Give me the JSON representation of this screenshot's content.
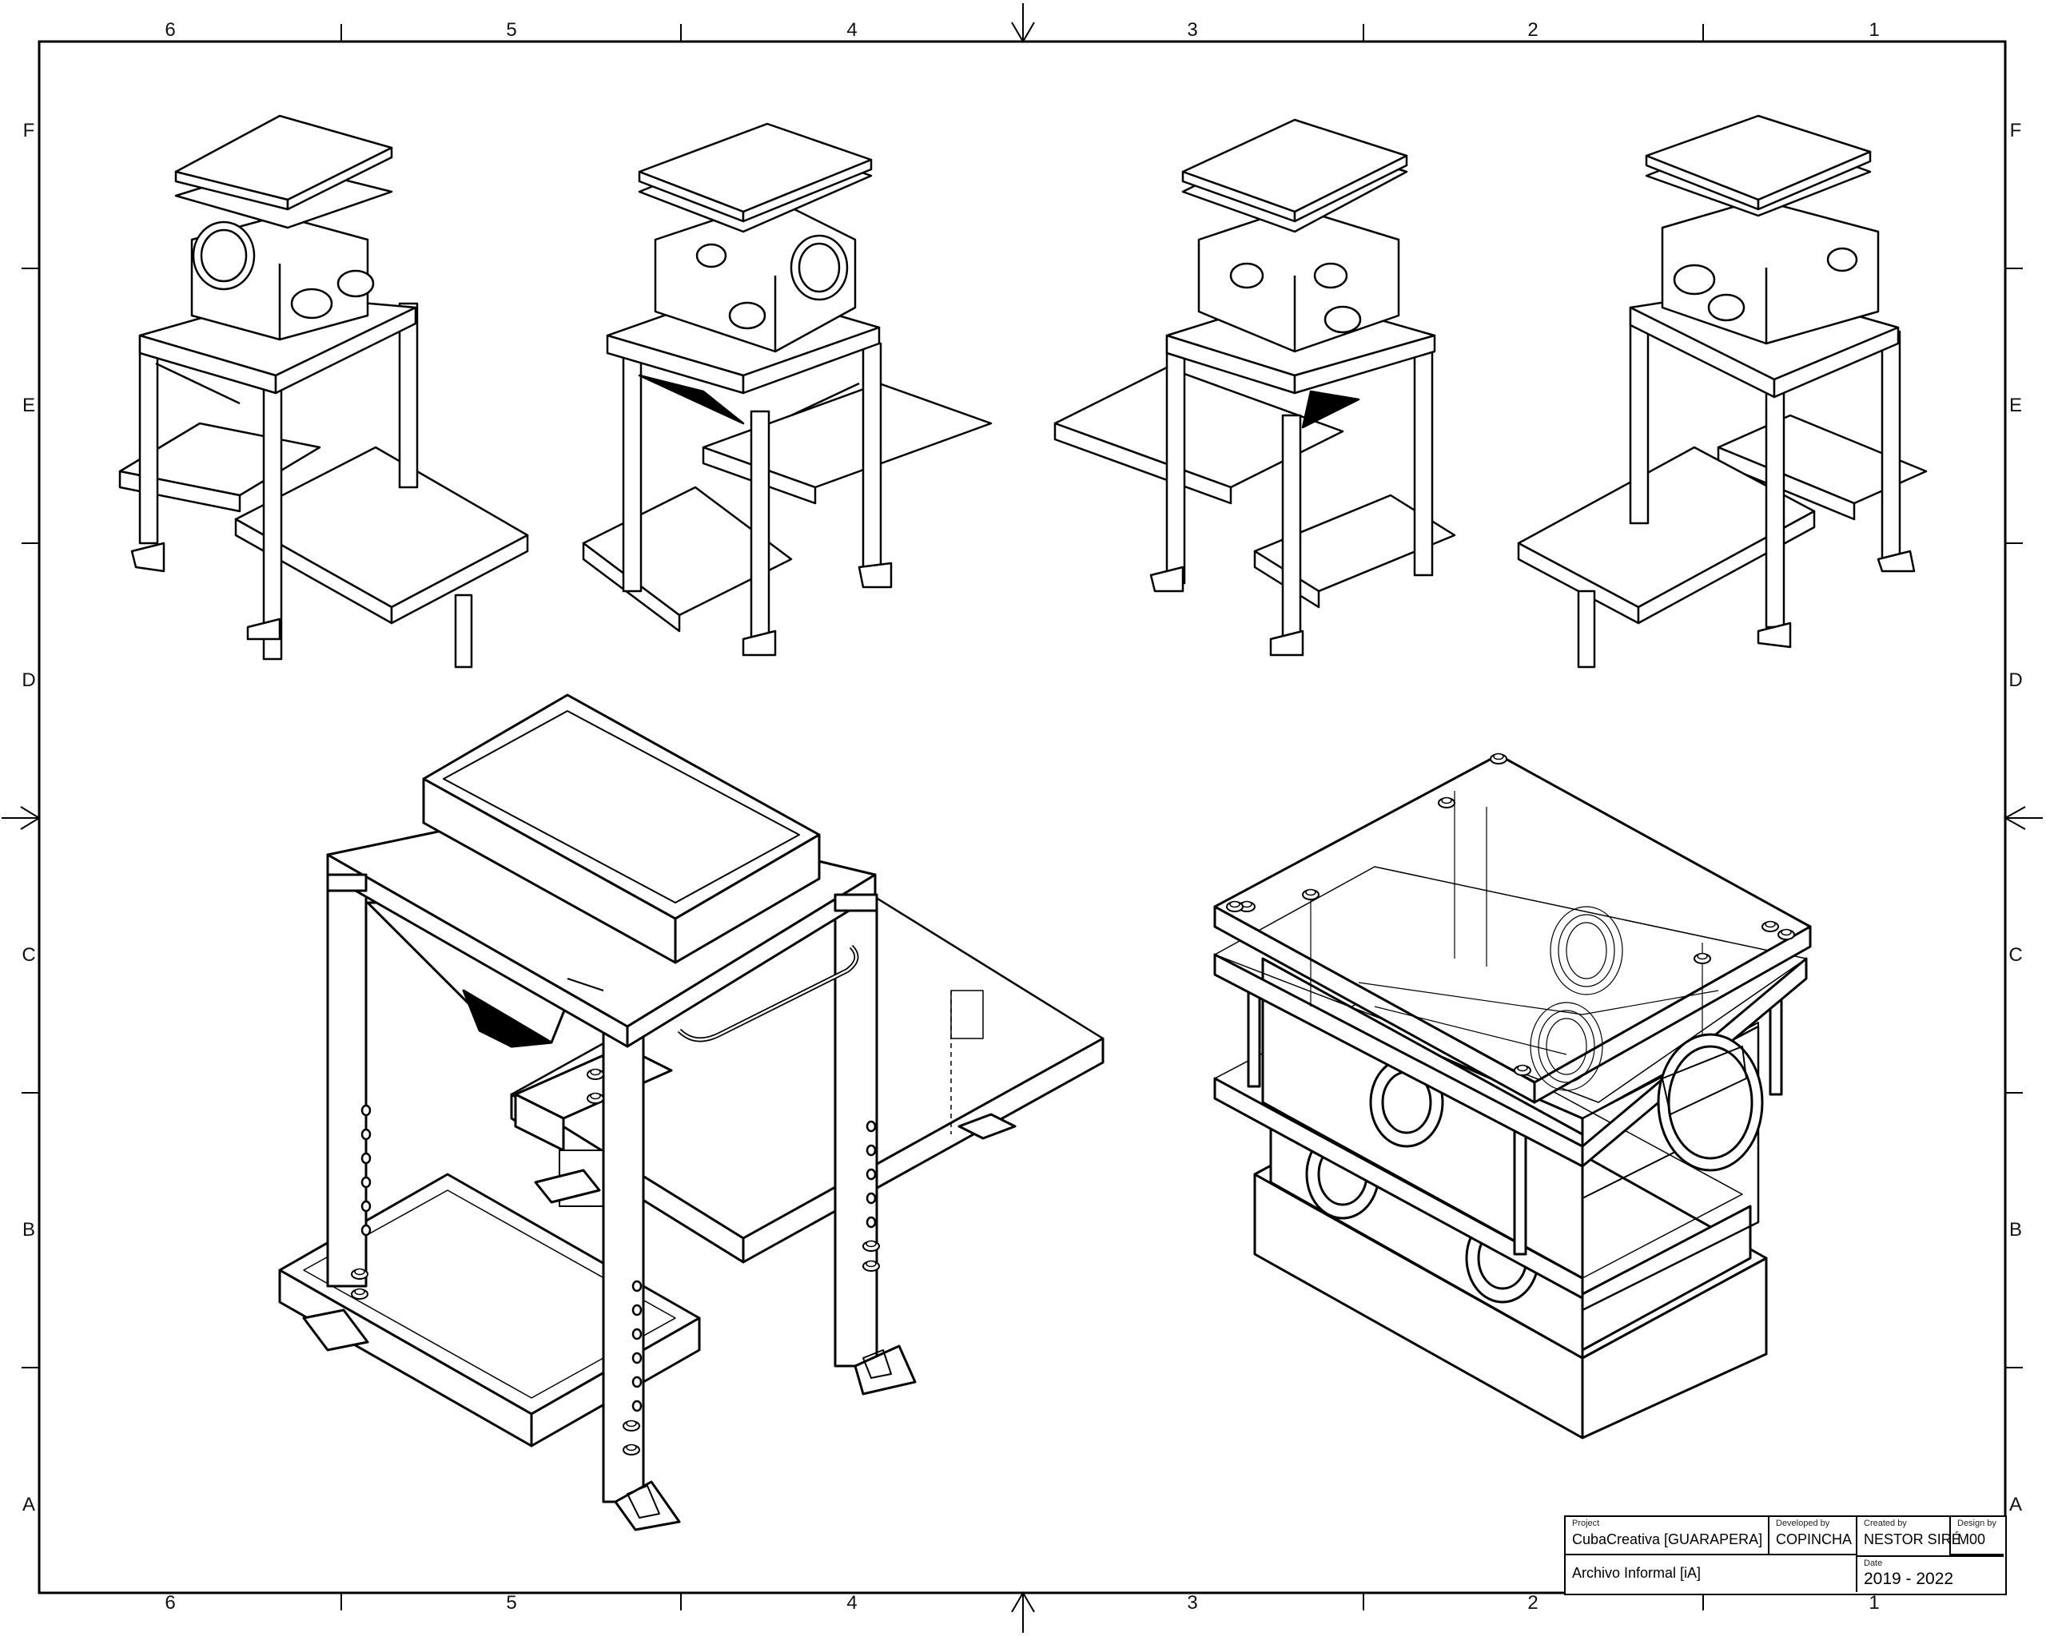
{
  "drawing": {
    "top_zone_columns": [
      "6",
      "5",
      "4",
      "3",
      "2",
      "1"
    ],
    "bottom_zone_columns": [
      "6",
      "5",
      "4",
      "3",
      "2",
      "1"
    ],
    "left_zone_rows": [
      "F",
      "E",
      "D",
      "C",
      "B",
      "A"
    ],
    "right_zone_rows": [
      "F",
      "E",
      "D",
      "C",
      "B",
      "A"
    ]
  },
  "title_block": {
    "project_label": "Project",
    "project_value": "CubaCreativa [GUARAPERA]",
    "developed_label": "Developed by",
    "developed_value": "COPINCHA",
    "created_label": "Created by",
    "created_value": "NESTOR SIRÉ",
    "design_label": "Design by",
    "design_value": "M00",
    "subtitle_value": "Archivo Informal [iA]",
    "date_label": "Date",
    "date_value": "2019 - 2022"
  }
}
